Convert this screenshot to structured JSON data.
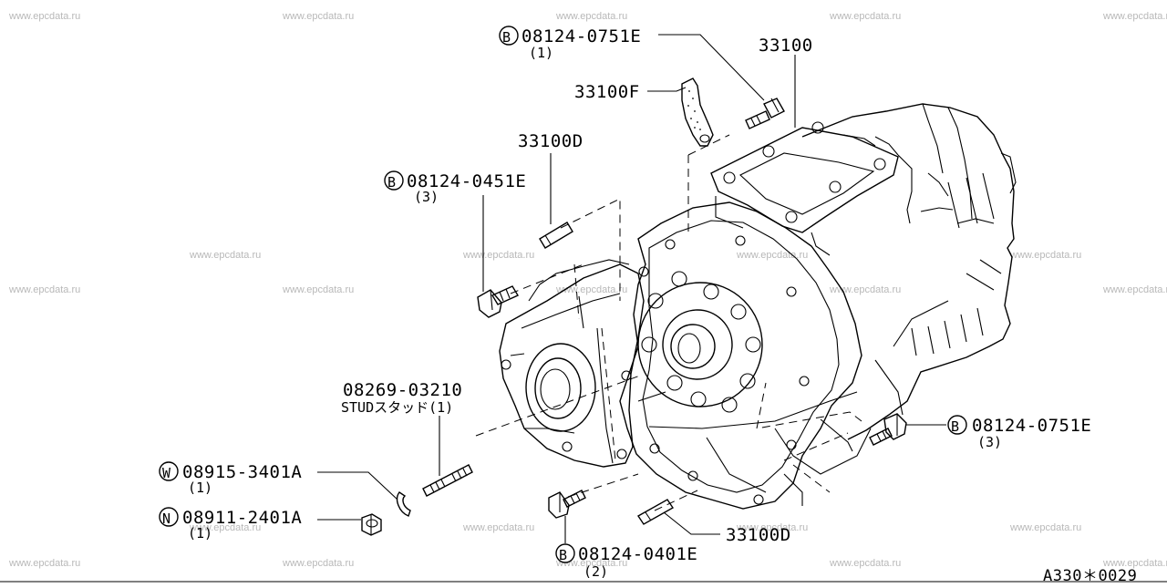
{
  "watermark": "www.epcdata.ru",
  "diagram_code": "A330＊0029",
  "callouts": [
    {
      "id": "top-bolt",
      "badge": "B",
      "part": "08124-0751E",
      "qty": "(1)"
    },
    {
      "id": "case",
      "part": "33100"
    },
    {
      "id": "bracket",
      "part": "33100F"
    },
    {
      "id": "dowel-top",
      "part": "33100D"
    },
    {
      "id": "left-bolt",
      "badge": "B",
      "part": "08124-0451E",
      "qty": "(3)"
    },
    {
      "id": "stud",
      "part": "08269-03210",
      "desc": "STUDスタッド(1)"
    },
    {
      "id": "washer",
      "badge": "W",
      "part": "08915-3401A",
      "qty": "(1)"
    },
    {
      "id": "nut",
      "badge": "N",
      "part": "08911-2401A",
      "qty": "(1)"
    },
    {
      "id": "bottom-bolt",
      "badge": "B",
      "part": "08124-0401E",
      "qty": "(2)"
    },
    {
      "id": "dowel-bottom",
      "part": "33100D"
    },
    {
      "id": "right-bolt",
      "badge": "B",
      "part": "08124-0751E",
      "qty": "(3)"
    }
  ]
}
